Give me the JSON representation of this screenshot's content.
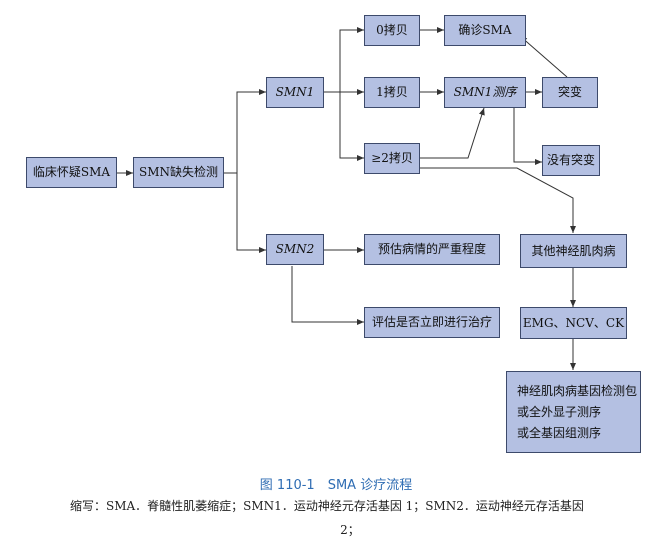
{
  "nodes": {
    "suspect": "临床怀疑SMA",
    "missing_test": "SMN缺失检测",
    "smn1": "SMN1",
    "smn2": "SMN2",
    "copy0": "0拷贝",
    "copy1": "1拷贝",
    "copy2": "≥2拷贝",
    "confirm": "确诊SMA",
    "sequencing": "SMN1测序",
    "mutation": "突变",
    "no_mutation": "没有突变",
    "predict": "预估病情的严重程度",
    "assess": "评估是否立即进行治疗",
    "other": "其他神经肌肉病",
    "emg": "EMG、NCV、CK",
    "gene_line1": "神经肌肉病基因检测包",
    "gene_line2": "或全外显子测序",
    "gene_line3": "或全基因组测序"
  },
  "caption": "图 110-1　SMA 诊疗流程",
  "abbreviations": {
    "line1": "缩写：SMA．脊髓性肌萎缩症；SMN1．运动神经元存活基因 1；SMN2．运动神经元存活基因",
    "line2": "2；"
  },
  "colors": {
    "node_fill": "#b4c0e2",
    "node_border": "#3d4a6b",
    "caption": "#2f6db3"
  }
}
